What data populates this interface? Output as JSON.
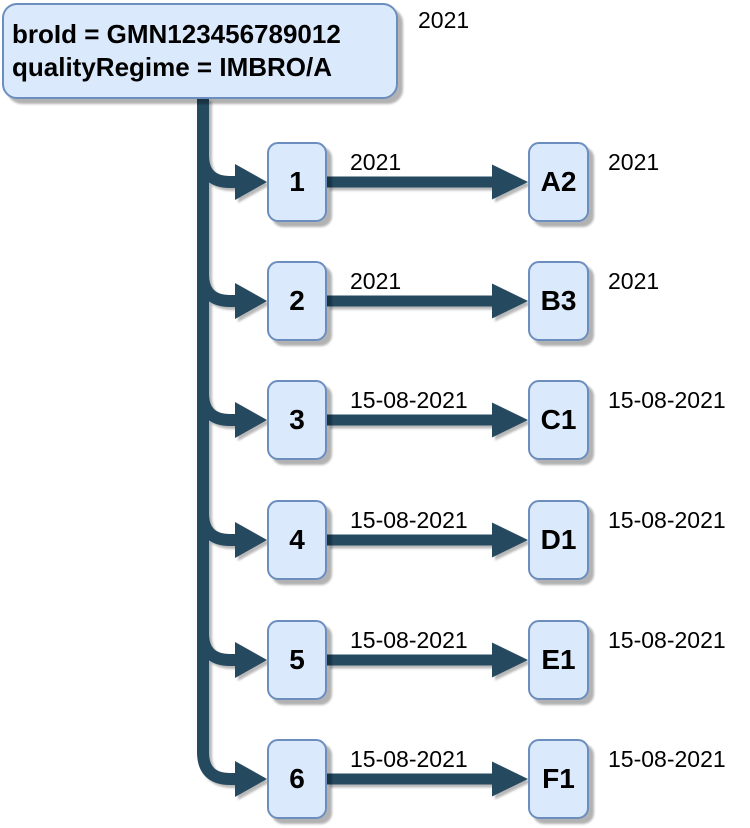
{
  "diagram": {
    "root_node": {
      "line1": "broId = GMN123456789012",
      "line2": "qualityRegime = IMBRO/A",
      "side_label": "2021"
    },
    "rows": [
      {
        "source_label": "1",
        "edge_label": "2021",
        "target_label": "A2",
        "side_label": "2021"
      },
      {
        "source_label": "2",
        "edge_label": "2021",
        "target_label": "B3",
        "side_label": "2021"
      },
      {
        "source_label": "3",
        "edge_label": "15-08-2021",
        "target_label": "C1",
        "side_label": "15-08-2021"
      },
      {
        "source_label": "4",
        "edge_label": "15-08-2021",
        "target_label": "D1",
        "side_label": "15-08-2021"
      },
      {
        "source_label": "5",
        "edge_label": "15-08-2021",
        "target_label": "E1",
        "side_label": "15-08-2021"
      },
      {
        "source_label": "6",
        "edge_label": "15-08-2021",
        "target_label": "F1",
        "side_label": "15-08-2021"
      }
    ],
    "colors": {
      "node_fill": "#dbe9fc",
      "node_border": "#6c8ebf",
      "edge": "#254a60",
      "text": "#000000",
      "background": "#ffffff"
    }
  }
}
